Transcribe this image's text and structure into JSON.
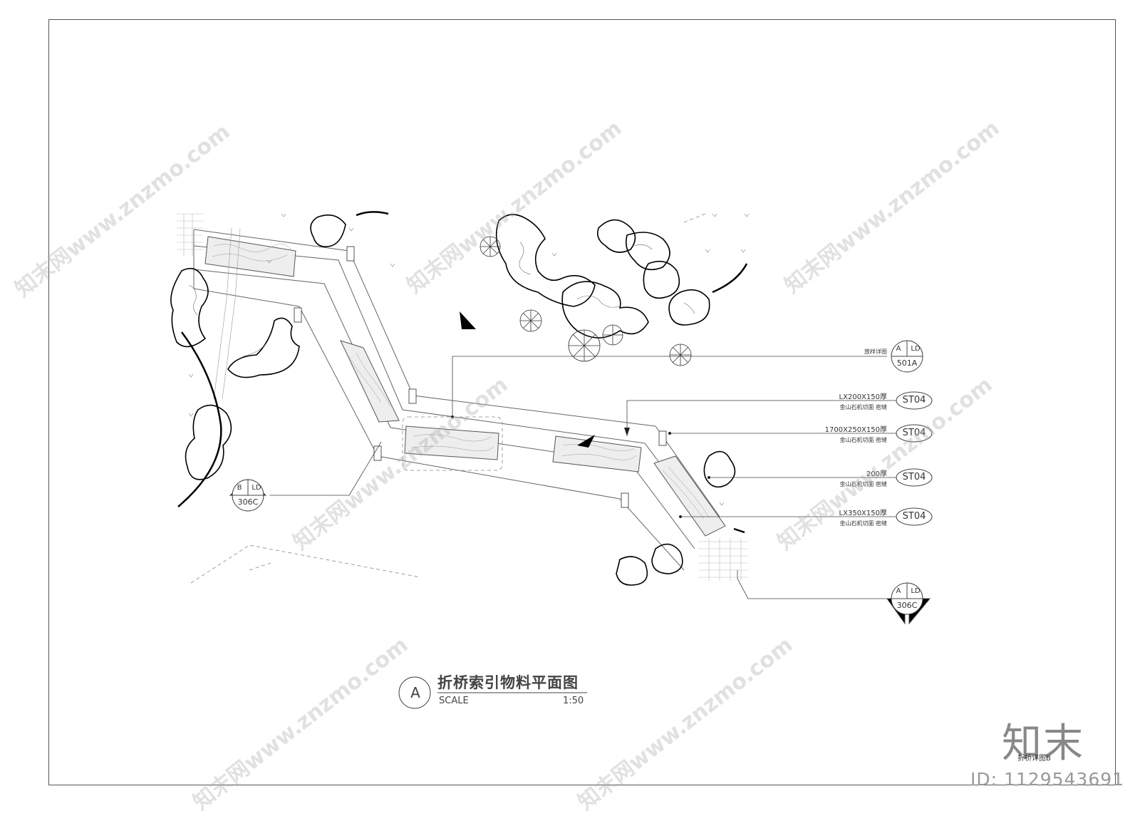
{
  "title": {
    "letter": "A",
    "name": "折桥索引物料平面图",
    "scale_label": "SCALE",
    "scale_ratio": "1:50"
  },
  "callouts": [
    {
      "spec": "LX200X150厚",
      "material": "金山石机切面  密缝",
      "code": "ST04"
    },
    {
      "spec": "1700X250X150厚",
      "material": "金山石机切面  密缝",
      "code": "ST04"
    },
    {
      "spec": "200厚",
      "material": "金山石机切面  密缝",
      "code": "ST04"
    },
    {
      "spec": "LX350X150厚",
      "material": "金山石机切面  密缝",
      "code": "ST04"
    }
  ],
  "detail_ref": {
    "note": "放样详图",
    "letter": "A",
    "sheet": "LD",
    "number": "501A"
  },
  "section_marks": [
    {
      "letter": "B",
      "sheet": "LD",
      "number": "306C"
    },
    {
      "letter": "A",
      "sheet": "LD",
      "number": "306C"
    }
  ],
  "watermark": {
    "logo": "知末",
    "sub": "折桥详图B",
    "id": "ID: 1129543691",
    "diag_text": "知末网www.znzmo.com"
  }
}
